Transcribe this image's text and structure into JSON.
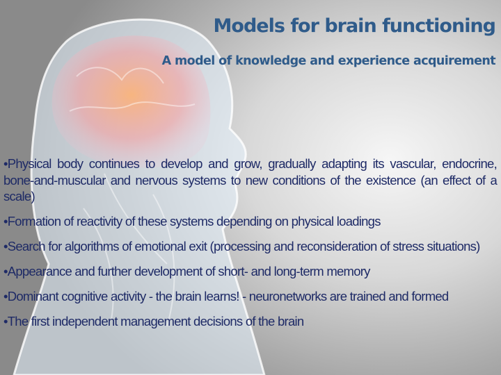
{
  "slide": {
    "title": "Models for brain functioning",
    "subtitle": "A model of knowledge and experience acquirement",
    "bullets": [
      "•Physical body continues to develop and grow, gradually adapting its vascular, endocrine, bone-and-muscular and nervous systems to new conditions of the existence (an effect of a scale)",
      "•Formation of reactivity of these systems depending on physical loadings",
      "•Search for algorithms of emotional exit (processing and reconsideration of stress situations)",
      "•Appearance and further development of short- and long-term memory",
      "•Dominant cognitive activity - the brain learns! - neuronetworks are trained and formed",
      "•The first independent management decisions of the brain"
    ]
  },
  "colors": {
    "title": "#2f5b8a",
    "body": "#1e2a66",
    "brain": "#f0a070"
  }
}
